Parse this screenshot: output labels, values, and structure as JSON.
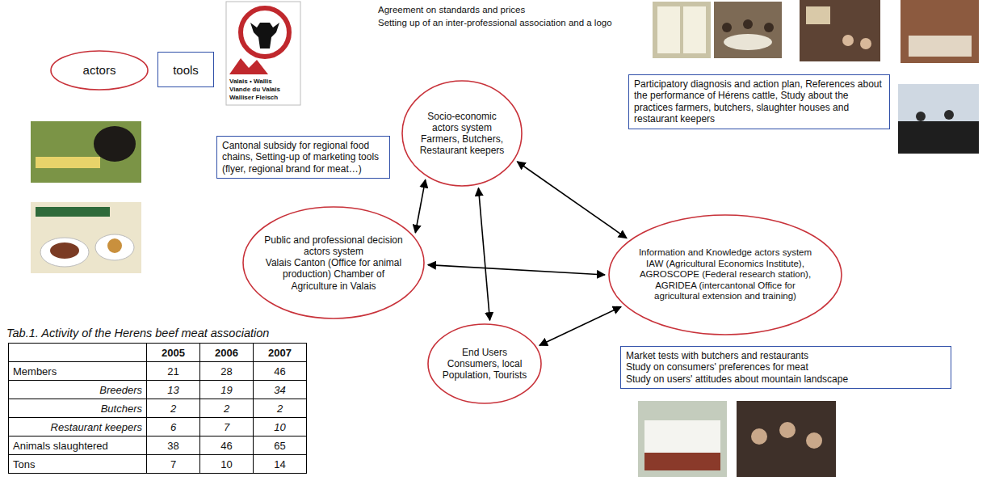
{
  "diagram": {
    "nodes": [
      {
        "text": [
          "actors"
        ]
      },
      {
        "text": [
          "tools"
        ]
      },
      {
        "text": [
          "Socio-economic actors system",
          "Farmers, Butchers, Restaurant keepers"
        ]
      },
      {
        "text": [
          "Cantonal subsidy for regional food chains, Setting-up of marketing tools (flyer, regional brand for meat…)"
        ]
      },
      {
        "text": [
          "Participatory diagnosis and action plan, References about the performance of Hérens cattle, Study about the practices farmers, butchers, slaughter houses and restaurant keepers"
        ]
      },
      {
        "text": [
          "Public and professional decision actors system",
          "Valais Canton (Office for animal production) Chamber of Agriculture in Valais"
        ]
      },
      {
        "text": [
          "Information and Knowledge actors system",
          "IAW (Agricultural Economics Institute), AGROSCOPE (Federal research station), AGRIDEA (intercantonal Office for agricultural extension and training)"
        ]
      },
      {
        "text": [
          "End Users",
          "Consumers, local Population, Tourists"
        ]
      },
      {
        "text": [
          "Market tests with butchers and restaurants",
          "Study on consumers' preferences for meat",
          "Study on users' attitudes about mountain landscape"
        ]
      }
    ],
    "edges": [
      {
        "from": 5,
        "to": 2,
        "arrow": "both"
      },
      {
        "from": 2,
        "to": 6,
        "arrow": "both"
      },
      {
        "from": 5,
        "to": 6,
        "arrow": "both"
      },
      {
        "from": 2,
        "to": 7,
        "arrow": "both"
      },
      {
        "from": 7,
        "to": 6,
        "arrow": "both"
      }
    ],
    "labels": [
      "Agreement on standards and prices",
      "Setting up of an inter-professional association and a logo",
      "Valais • Wallis",
      "Viande du Valais",
      "Walliser Fleisch",
      "Tab.1. Activity of the Herens beef meat association",
      "2005",
      "2006",
      "2007",
      "Members",
      "21",
      "28",
      "46",
      "Breeders",
      "13",
      "19",
      "34",
      "Butchers",
      "2",
      "2",
      "2",
      "Restaurant keepers",
      "6",
      "7",
      "10",
      "Animals slaughtered",
      "38",
      "46",
      "65",
      "Tons",
      "7",
      "10",
      "14"
    ]
  }
}
